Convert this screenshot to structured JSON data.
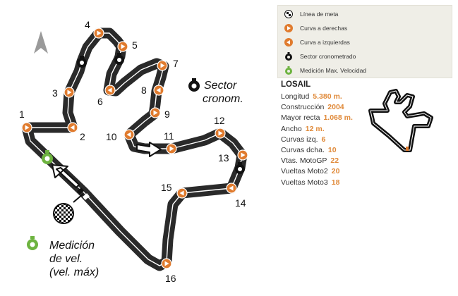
{
  "legend": {
    "items": [
      {
        "icon": "checkered-flag-icon",
        "label": "Línea de meta"
      },
      {
        "icon": "right-curve-icon",
        "label": "Curva a derechas"
      },
      {
        "icon": "left-curve-icon",
        "label": "Curva a izquierdas"
      },
      {
        "icon": "timed-sector-icon",
        "label": "Sector cronometrado"
      },
      {
        "icon": "speed-measure-icon",
        "label": "Medición Max. Velocidad"
      }
    ]
  },
  "circuit": {
    "name": "LOSAIL",
    "stats": [
      {
        "label": "Longitud",
        "value": "5.380 m."
      },
      {
        "label": "Construcción",
        "value": "2004"
      },
      {
        "label": "Mayor recta",
        "value": "1.068 m."
      },
      {
        "label": "Ancho",
        "value": "12 m."
      },
      {
        "label": "Curvas izq.",
        "value": "6"
      },
      {
        "label": "Curvas dcha.",
        "value": "10"
      },
      {
        "label": "Vtas. MotoGP",
        "value": "22"
      },
      {
        "label": "Vueltas Moto2",
        "value": "20"
      },
      {
        "label": "Vueltas Moto3",
        "value": "18"
      }
    ]
  },
  "map": {
    "turns": [
      "1",
      "2",
      "3",
      "4",
      "5",
      "6",
      "7",
      "8",
      "9",
      "10",
      "11",
      "12",
      "13",
      "14",
      "15",
      "16"
    ],
    "sector_label": {
      "line1": "Sector",
      "line2": "cronom."
    },
    "speed_label": {
      "line1": "Medición",
      "line2": "de vel.",
      "line3": "(vel. máx)"
    }
  },
  "colors": {
    "track": "#2a2a2a",
    "curve_marker": "#e07b2e",
    "speed_marker": "#6db33f",
    "legend_bg": "#efeee7",
    "stat_value": "#e08a3a"
  }
}
